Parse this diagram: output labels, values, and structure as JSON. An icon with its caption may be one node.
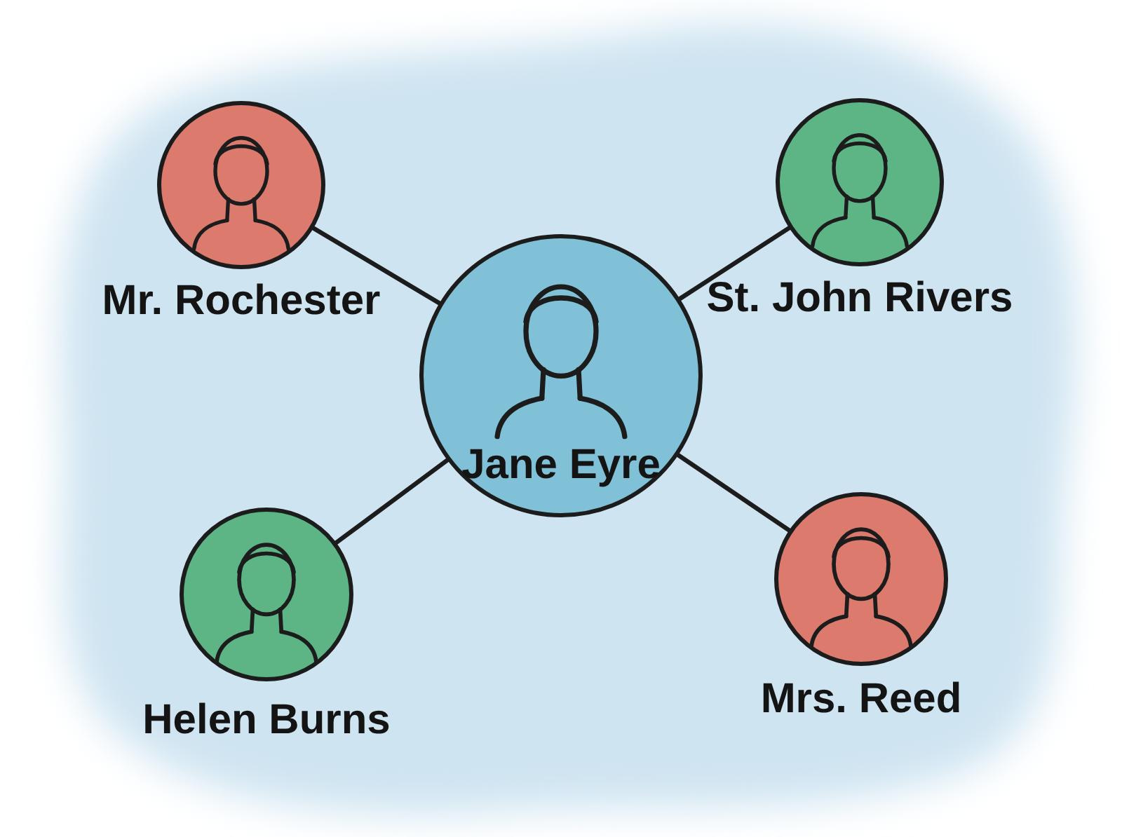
{
  "diagram": {
    "nodes": [
      {
        "text": [
          "Mr. Rochester"
        ]
      },
      {
        "text": [
          "St. John Rivers"
        ]
      },
      {
        "text": [
          "Jane Eyre"
        ]
      },
      {
        "text": [
          "Helen Burns"
        ]
      },
      {
        "text": [
          "Mrs. Reed"
        ]
      }
    ],
    "edges": [
      {
        "from": 2,
        "to": 0,
        "arrow": "none"
      },
      {
        "from": 2,
        "to": 1,
        "arrow": "none"
      },
      {
        "from": 2,
        "to": 3,
        "arrow": "none"
      },
      {
        "from": 2,
        "to": 4,
        "arrow": "none"
      }
    ]
  }
}
